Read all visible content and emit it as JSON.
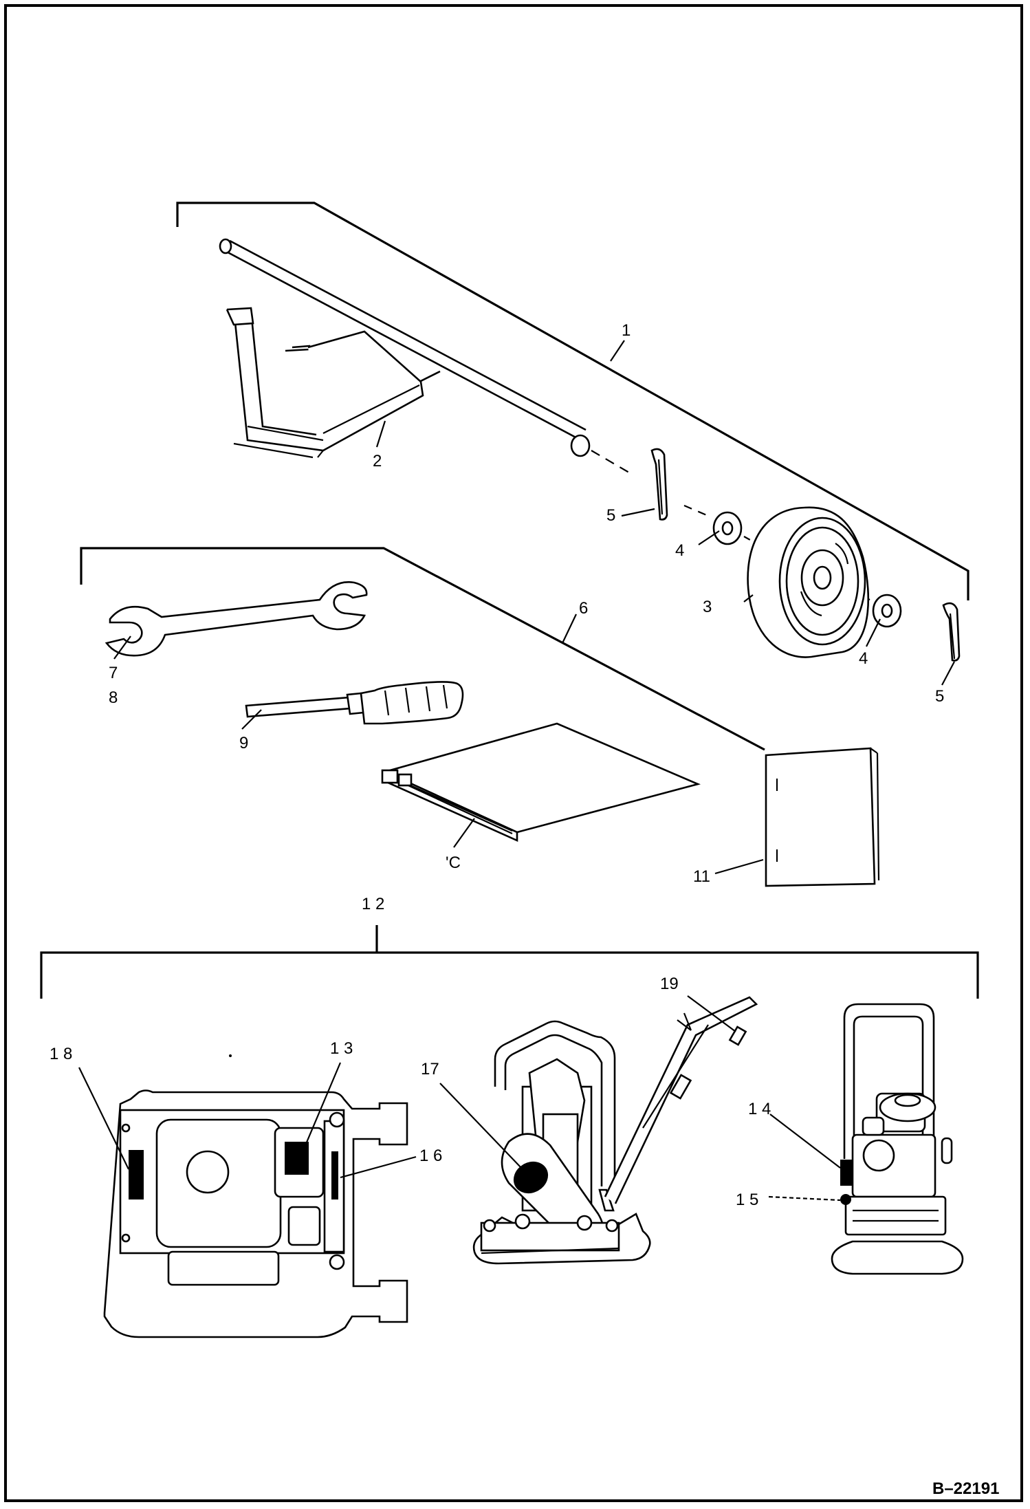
{
  "drawing": {
    "reference_code": "B–22191"
  },
  "callouts": [
    {
      "id": "c1",
      "text": "1"
    },
    {
      "id": "c2",
      "text": "2"
    },
    {
      "id": "c3",
      "text": "3"
    },
    {
      "id": "c4a",
      "text": "4"
    },
    {
      "id": "c4b",
      "text": "4"
    },
    {
      "id": "c5a",
      "text": "5"
    },
    {
      "id": "c5b",
      "text": "5"
    },
    {
      "id": "c6",
      "text": "6"
    },
    {
      "id": "c7",
      "text": "7"
    },
    {
      "id": "c8",
      "text": "8"
    },
    {
      "id": "c9",
      "text": "9"
    },
    {
      "id": "c10",
      "text": "'C"
    },
    {
      "id": "c11",
      "text": "11"
    },
    {
      "id": "c12",
      "text": "1 2"
    },
    {
      "id": "c13",
      "text": "1 3"
    },
    {
      "id": "c14",
      "text": "1 4"
    },
    {
      "id": "c15",
      "text": "1 5"
    },
    {
      "id": "c16",
      "text": "1 6"
    },
    {
      "id": "c17",
      "text": "17"
    },
    {
      "id": "c18",
      "text": "1 8"
    },
    {
      "id": "c19",
      "text": "19"
    }
  ]
}
